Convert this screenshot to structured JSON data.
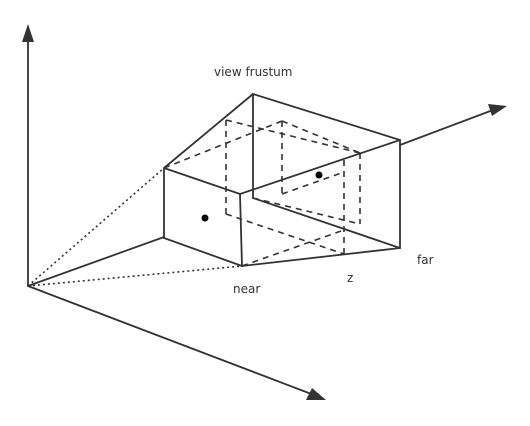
{
  "diagram": {
    "labels": {
      "view_frustum": "view frustum",
      "near": "near",
      "far": "far",
      "z": "z"
    },
    "colors": {
      "line": "#333333",
      "point": "#000000",
      "background": "#ffffff"
    }
  }
}
